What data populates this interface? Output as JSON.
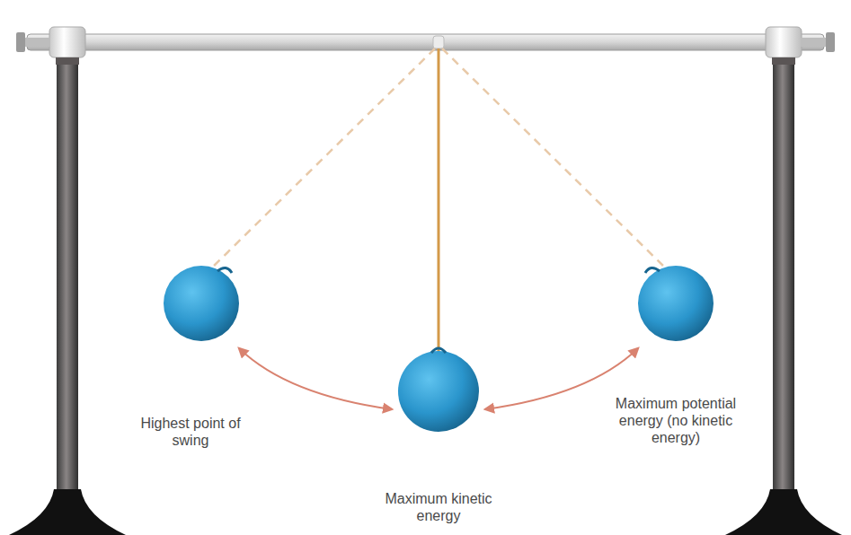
{
  "diagram": {
    "labels": [
      "Highest point of swing",
      "Maximum potential energy (no kinetic energy)",
      "Maximum kinetic energy"
    ]
  }
}
